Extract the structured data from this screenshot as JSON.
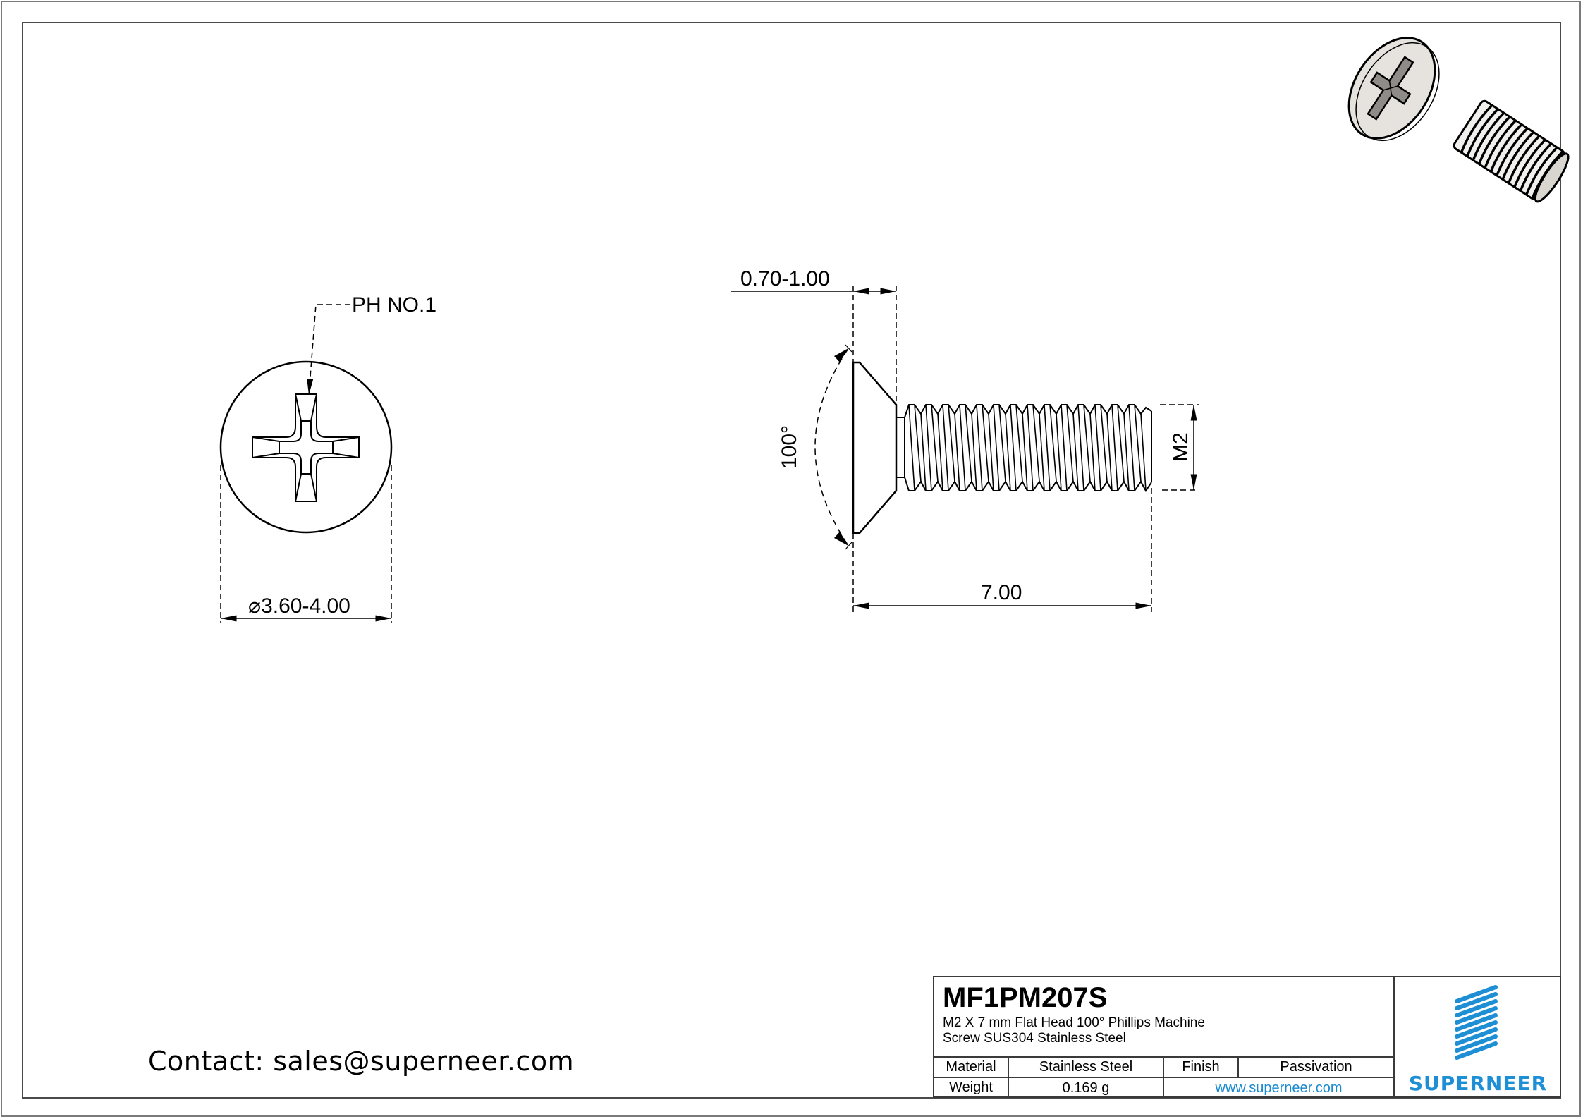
{
  "drawing": {
    "top_view": {
      "callout": "PH NO.1",
      "diameter_symbol": "⌀",
      "diameter_dim": "3.60-4.00"
    },
    "side_view": {
      "head_height_dim": "0.70-1.00",
      "head_angle_dim": "100°",
      "thread_dim": "M2",
      "length_dim": "7.00"
    }
  },
  "contact": {
    "text": "Contact: sales@superneer.com"
  },
  "title_block": {
    "part_number": "MF1PM207S",
    "description_line1": "M2 X 7 mm  Flat Head 100° Phillips Machine",
    "description_line2": "Screw SUS304 Stainless Steel",
    "rows": [
      {
        "label1": "Material",
        "value1": "Stainless Steel",
        "label2": "Finish",
        "value2": "Passivation"
      },
      {
        "label1": "Weight",
        "value1": "0.169 g",
        "website": "www.superneer.com"
      }
    ],
    "brand": "SUPERNEER",
    "brand_color": "#1e8fd5"
  }
}
